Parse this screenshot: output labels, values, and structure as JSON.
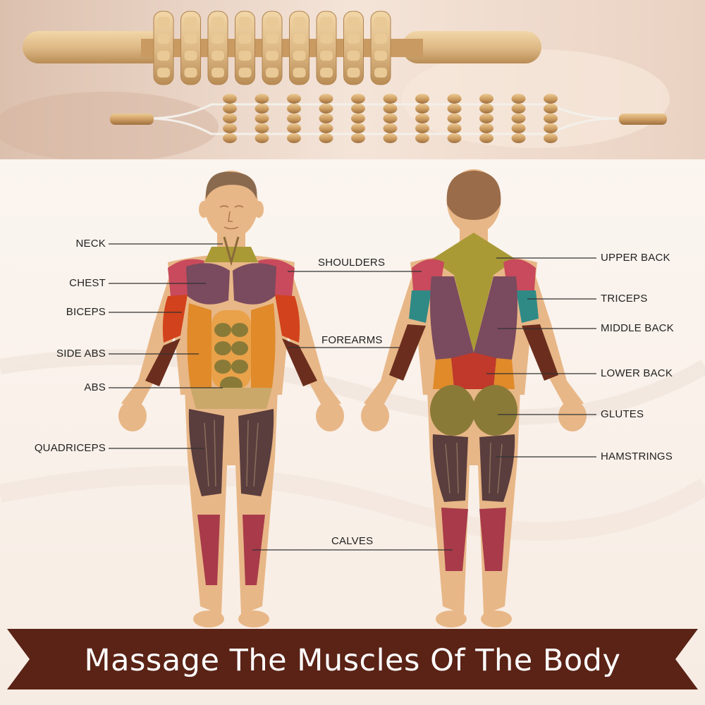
{
  "labels": {
    "neck": "NECK",
    "chest": "CHEST",
    "biceps": "BICEPS",
    "side_abs": "SIDE ABS",
    "abs": "ABS",
    "quadriceps": "QUADRICEPS",
    "shoulders": "SHOULDERS",
    "forearms": "FOREARMS",
    "calves": "CALVES",
    "upper_back": "UPPER BACK",
    "triceps": "TRICEPS",
    "middle_back": "MIDDLE BACK",
    "lower_back": "LOWER BACK",
    "glutes": "GLUTES",
    "hamstrings": "HAMSTRINGS"
  },
  "banner": {
    "text": "Massage The Muscles Of The Body"
  },
  "colors": {
    "skin": "#e8b787",
    "banner": "#5a2316",
    "wood": "#dcb783",
    "shoulder_red": "#c84a5c",
    "chest_plum": "#7a4a5e",
    "biceps_orange": "#d2421c",
    "forearm_brown": "#6b2e1e",
    "abs_olive": "#8a7a38",
    "core_orange": "#e08a2a",
    "quad_dark": "#5a3d3d",
    "calf_red": "#a83a4a",
    "triceps_teal": "#2f8a86",
    "trap_olive": "#a99a36"
  }
}
